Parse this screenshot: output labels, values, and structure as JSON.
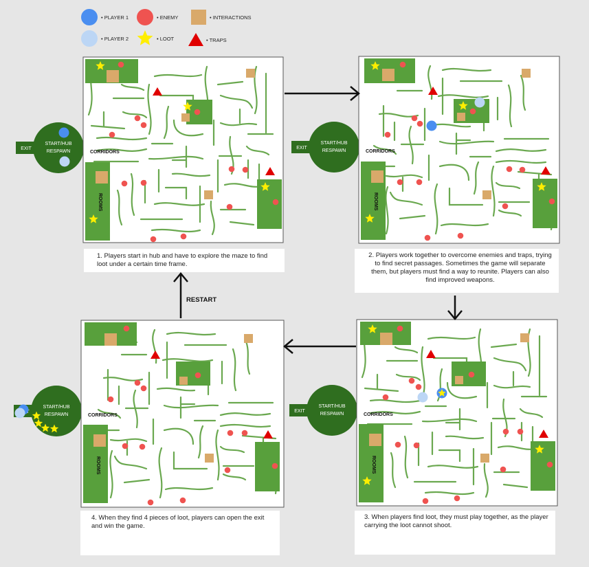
{
  "legend": [
    {
      "key": "player1",
      "label": "• PLAYER 1"
    },
    {
      "key": "player2",
      "label": "• PLAYER 2"
    },
    {
      "key": "enemy",
      "label": "• ENEMY"
    },
    {
      "key": "loot",
      "label": "• LOOT"
    },
    {
      "key": "interaction",
      "label": "• INTERACTIONS"
    },
    {
      "key": "trap",
      "label": "• TRAPS"
    }
  ],
  "labels": {
    "exit": "EXIT",
    "hub_line1": "START/HUB",
    "hub_line2": "RESPAWN",
    "corridors": "CORRIDORS",
    "rooms": "ROOMS",
    "restart": "RESTART"
  },
  "panels": [
    {
      "id": "step-1",
      "caption": "1. Players start in hub and have to explore the maze to find loot under a certain time frame."
    },
    {
      "id": "step-2",
      "caption": "2. Players work together to overcome enemies and traps, trying to find secret passages. Sometimes the game will separate them, but players must find a way to reunite. Players can also find improved weapons."
    },
    {
      "id": "step-3",
      "caption": "3. When players find loot, they must play together, as the player carrying the loot cannot shoot."
    },
    {
      "id": "step-4",
      "caption": "4. When they find 4 pieces of loot, players can open the exit and win the game."
    }
  ],
  "colors": {
    "background": "#e6e6e6",
    "hub_green": "#2f6e1f",
    "room_green": "#58a03c",
    "wall_green": "#6aa84f",
    "player1": "#4a8ef0",
    "player2": "#bcd6f5",
    "enemy": "#ef5350",
    "loot": "#ffee00",
    "interaction": "#d9a96a",
    "trap": "#e00000"
  }
}
